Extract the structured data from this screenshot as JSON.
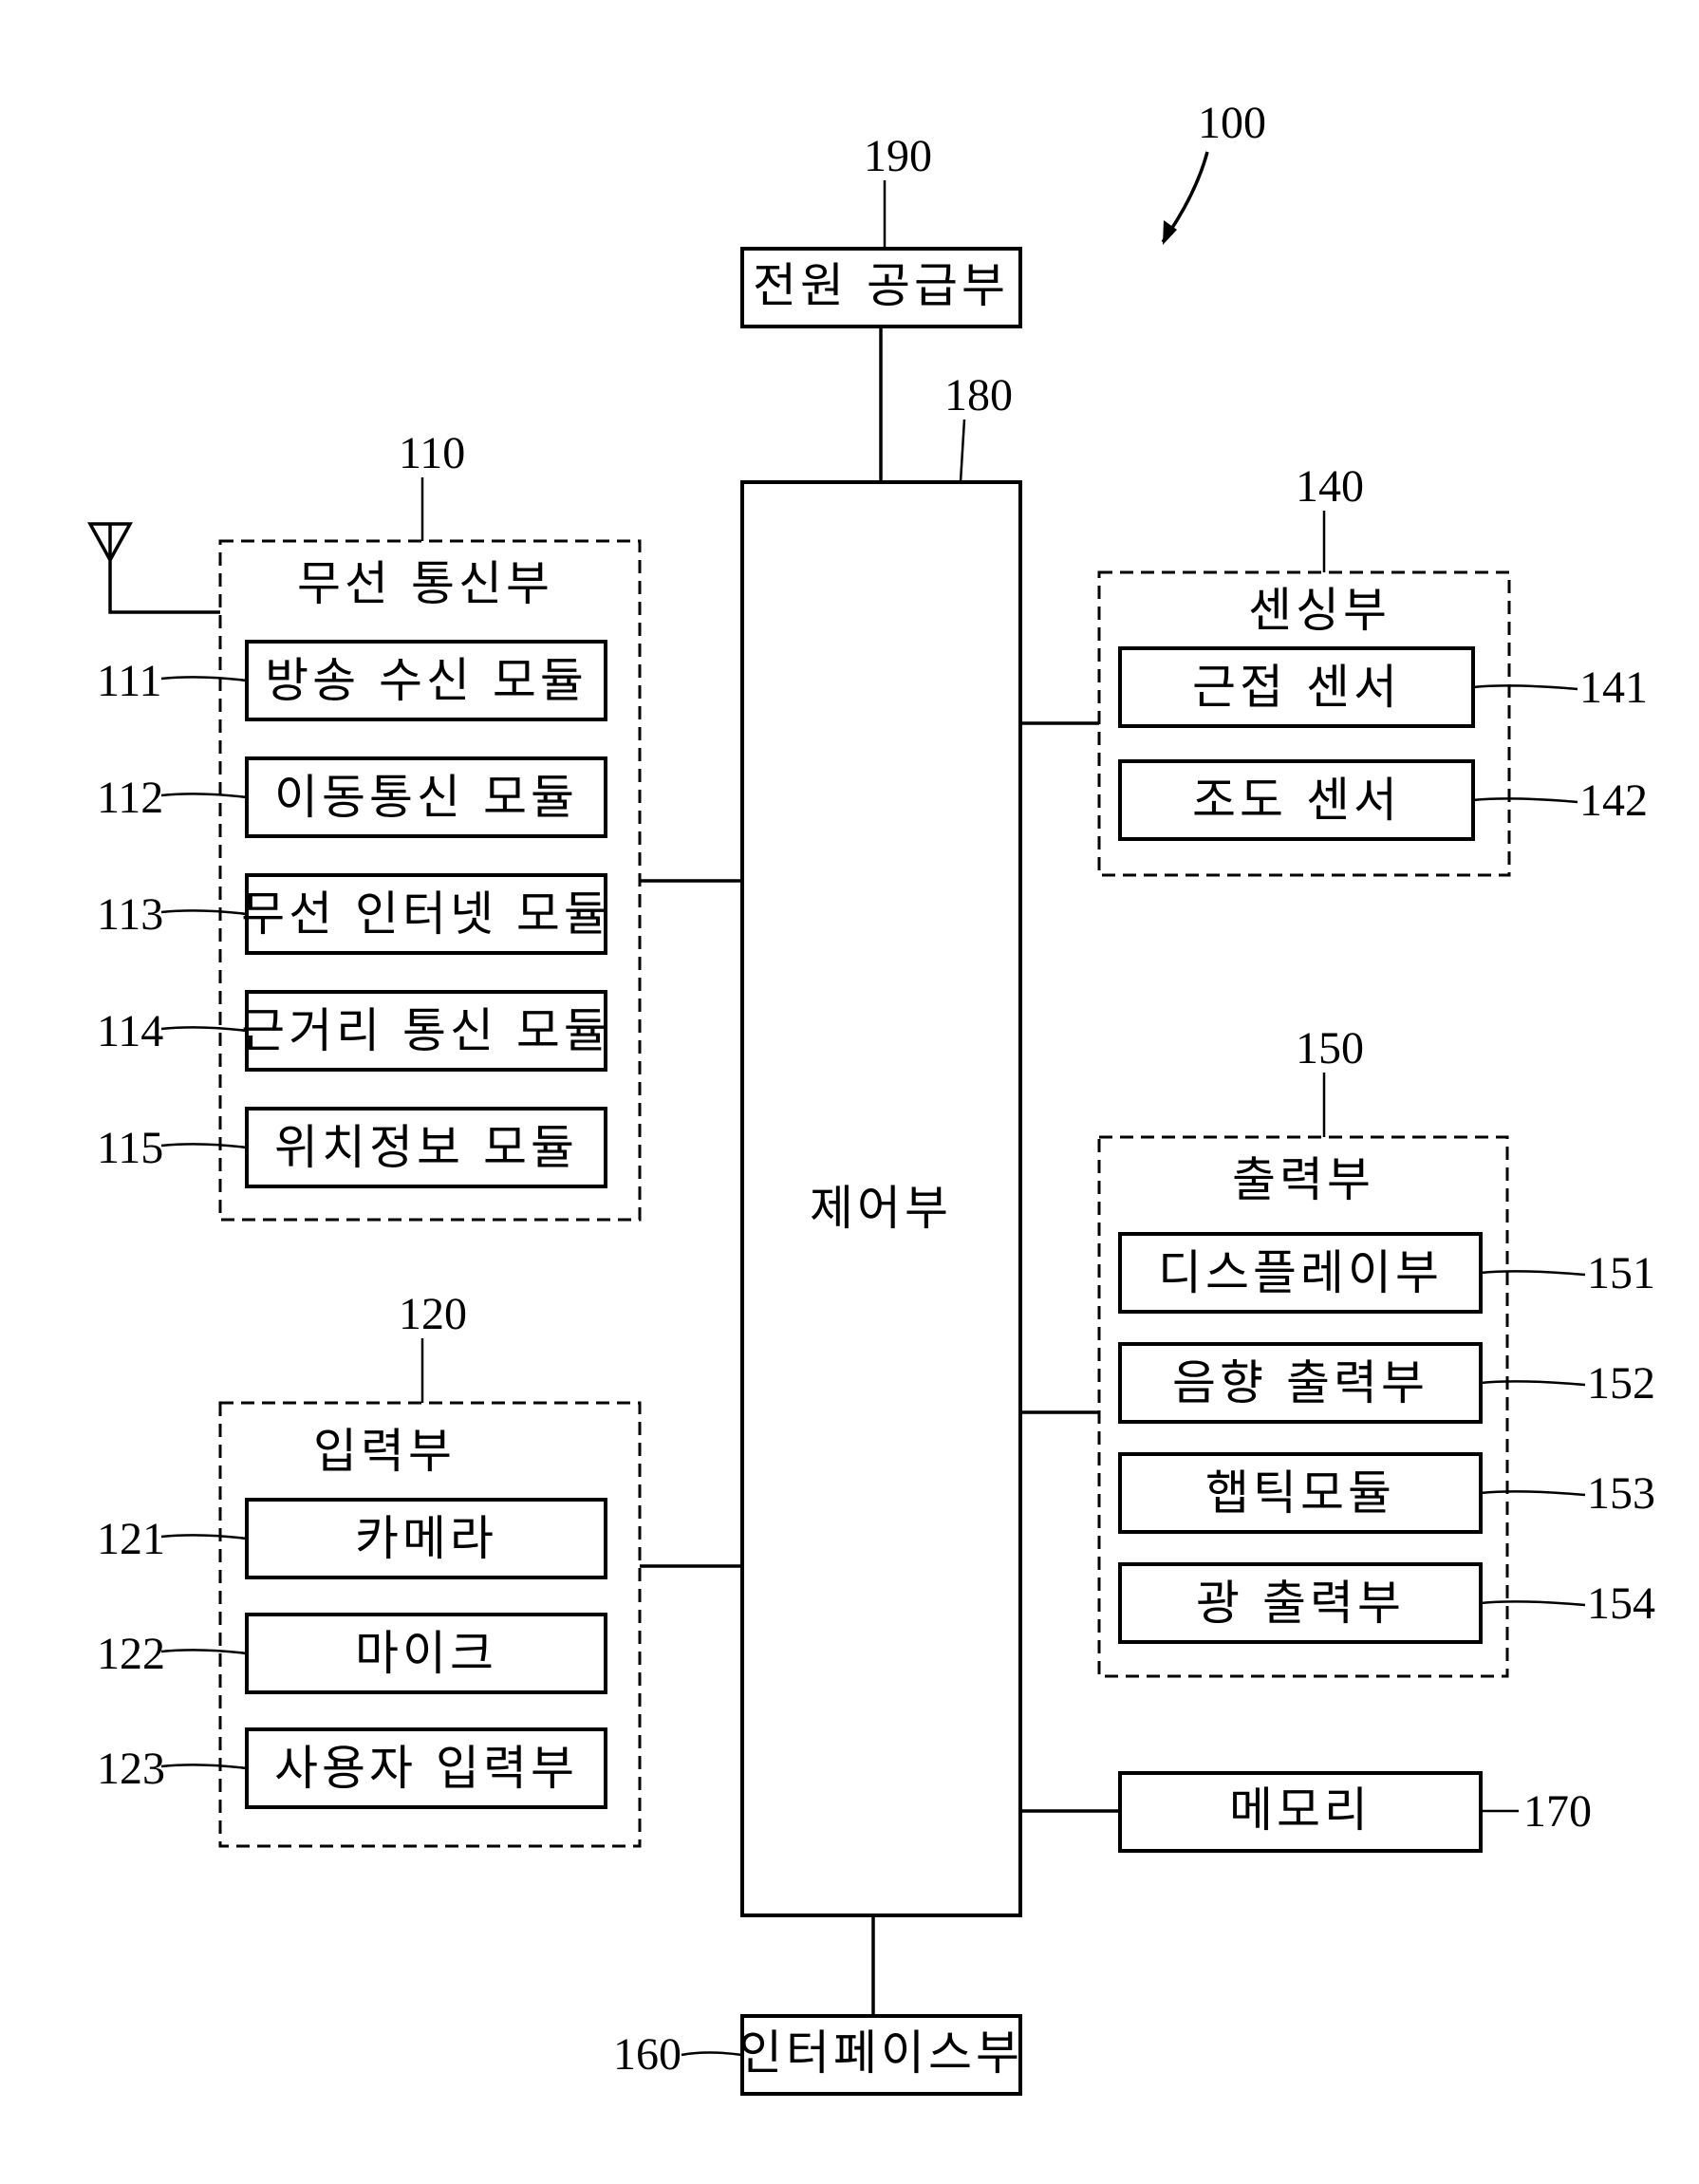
{
  "figure_ref": "100",
  "controller": {
    "ref": "180",
    "label": "제어부"
  },
  "power": {
    "ref": "190",
    "label": "전원 공급부"
  },
  "interface": {
    "ref": "160",
    "label": "인터페이스부"
  },
  "memory": {
    "ref": "170",
    "label": "메모리"
  },
  "wireless": {
    "ref": "110",
    "title": "무선 통신부",
    "modules": [
      {
        "ref": "111",
        "label": "방송 수신 모듈"
      },
      {
        "ref": "112",
        "label": "이동통신 모듈"
      },
      {
        "ref": "113",
        "label": "무선 인터넷 모듈"
      },
      {
        "ref": "114",
        "label": "근거리 통신 모듈"
      },
      {
        "ref": "115",
        "label": "위치정보 모듈"
      }
    ]
  },
  "input": {
    "ref": "120",
    "title": "입력부",
    "modules": [
      {
        "ref": "121",
        "label": "카메라"
      },
      {
        "ref": "122",
        "label": "마이크"
      },
      {
        "ref": "123",
        "label": "사용자 입력부"
      }
    ]
  },
  "sensing": {
    "ref": "140",
    "title": "센싱부",
    "modules": [
      {
        "ref": "141",
        "label": "근접 센서"
      },
      {
        "ref": "142",
        "label": "조도 센서"
      }
    ]
  },
  "output": {
    "ref": "150",
    "title": "출력부",
    "modules": [
      {
        "ref": "151",
        "label": "디스플레이부"
      },
      {
        "ref": "152",
        "label": "음향 출력부"
      },
      {
        "ref": "153",
        "label": "햅틱모듈"
      },
      {
        "ref": "154",
        "label": "광 출력부"
      }
    ]
  }
}
